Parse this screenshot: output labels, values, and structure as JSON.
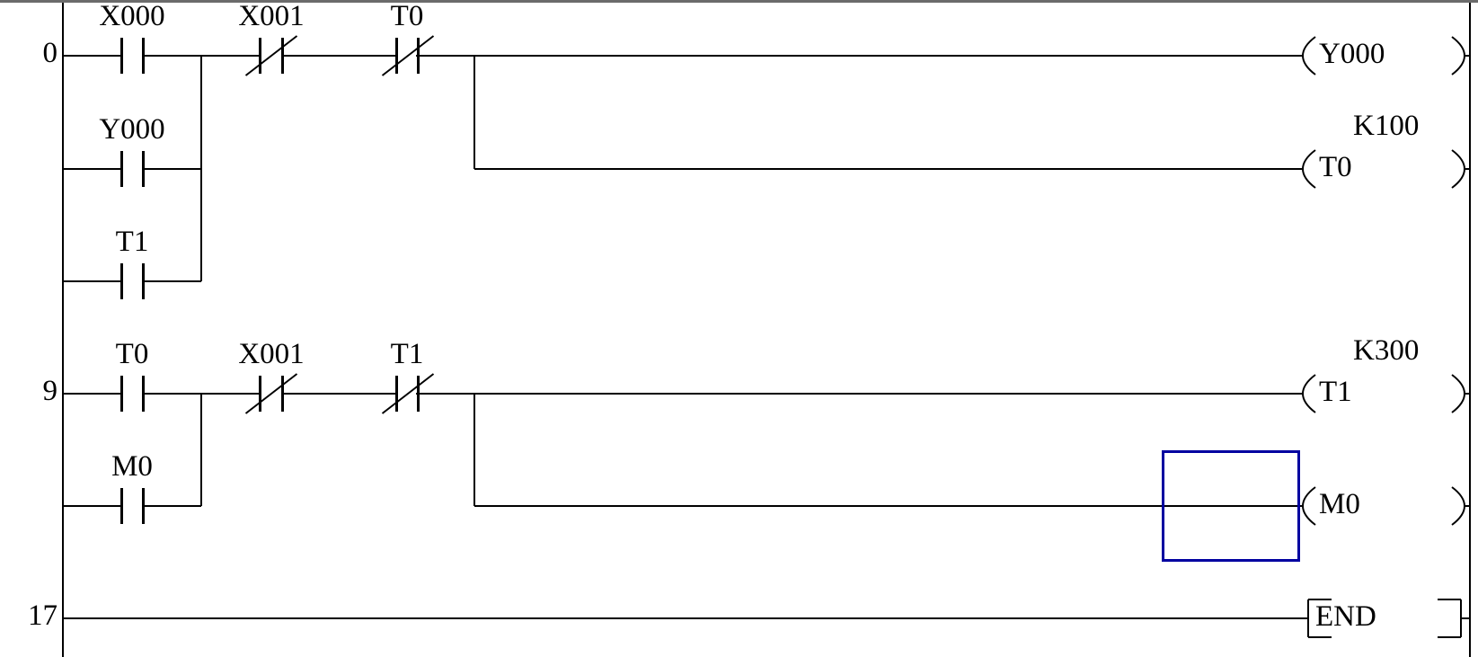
{
  "app": {
    "type": "plc-ladder-editor",
    "selection_color": "#0000a0",
    "line_color": "#000000",
    "background": "#ffffff"
  },
  "ladder": {
    "r0": {
      "num": "0",
      "x000": "X000",
      "x001": "X001",
      "t0": "T0",
      "y000b": "Y000",
      "t1b": "T1",
      "y000coil": "Y000",
      "k100": "K100",
      "t0coil": "T0"
    },
    "r9": {
      "num": "9",
      "t0": "T0",
      "x001": "X001",
      "t1": "T1",
      "m0b": "M0",
      "k300": "K300",
      "t1coil": "T1",
      "m0coil": "M0"
    },
    "r17": {
      "num": "17",
      "end": "END"
    }
  }
}
